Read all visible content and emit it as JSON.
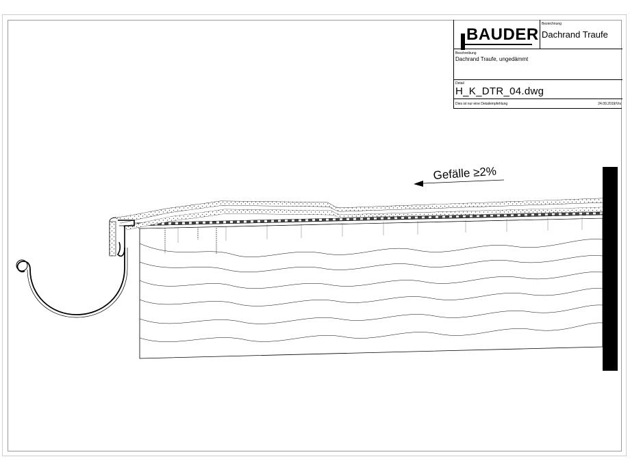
{
  "title_block": {
    "logo_text": "BAUDER",
    "name_label": "Bezeichnung",
    "name_value": "Dachrand Traufe",
    "description_label": "Beschreibung",
    "description_value": "Dachrand Traufe, ungedämmt",
    "detail_label": "Detail",
    "detail_value": "H_K_DTR_04.dwg",
    "note": "Dies ist nur eine Detailempfehlung",
    "date_initials": "24.09.2019/Vrs"
  },
  "drawing": {
    "slope_label": "Gefälle ≥2%"
  },
  "colors": {
    "line": "#000000",
    "frame": "#9a9a9a",
    "background": "#ffffff"
  }
}
